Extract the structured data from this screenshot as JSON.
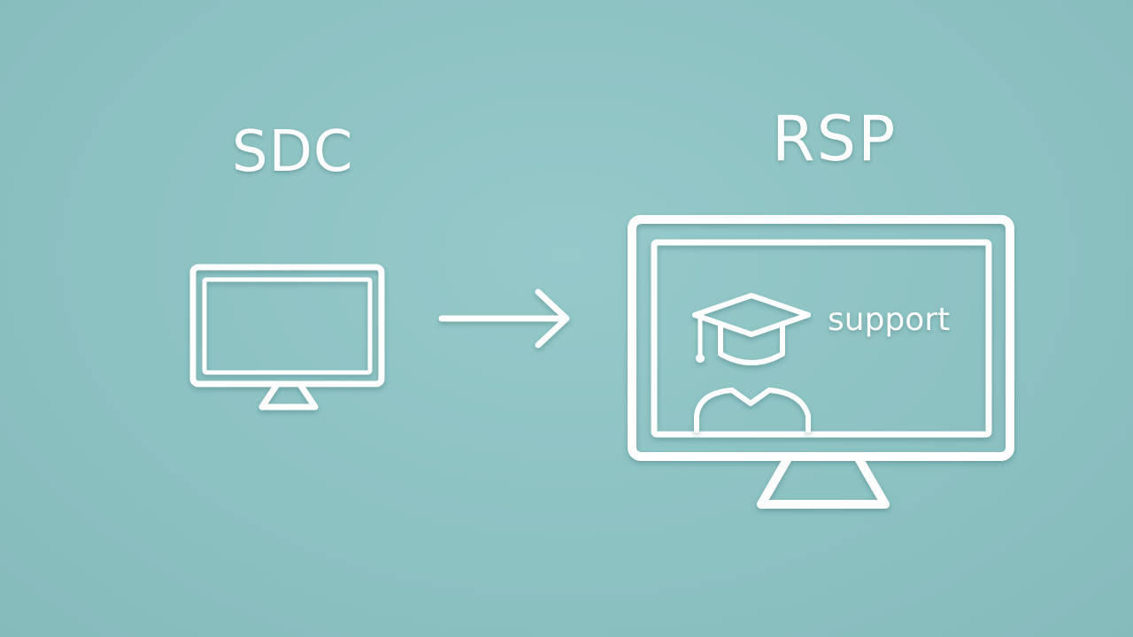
{
  "diagram": {
    "left_label": "SDC",
    "right_label": "RSP",
    "screen_text": "support"
  },
  "icons": {
    "small_monitor": "monitor-icon",
    "arrow": "arrow-right-icon",
    "large_monitor": "monitor-icon",
    "graduation_cap": "graduation-cap-icon",
    "person": "person-icon"
  },
  "colors": {
    "background": "#8fc4c5",
    "foreground": "#ffffff"
  }
}
